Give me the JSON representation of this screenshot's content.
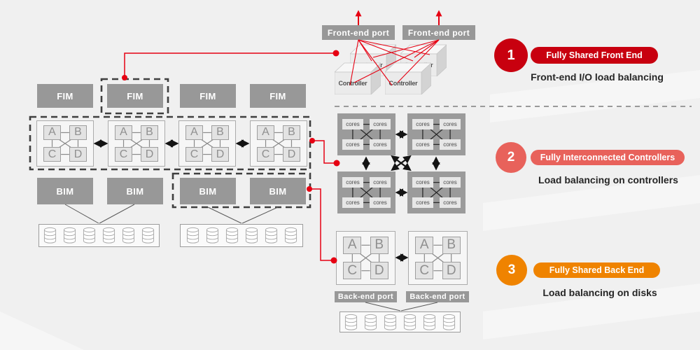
{
  "labels": {
    "fim": "FIM",
    "bim": "BIM",
    "front_end_port": "Front-end port",
    "back_end_port": "Back-end port",
    "controller": "Controller",
    "cores": "cores",
    "quad_letters": [
      "A",
      "B",
      "C",
      "D"
    ]
  },
  "badges": [
    {
      "number": "1",
      "title": "Fully Shared Front End",
      "description": "Front-end I/O load balancing",
      "color": "#c8000f"
    },
    {
      "number": "2",
      "title": "Fully Interconnected Controllers",
      "description": "Load balancing on controllers",
      "color": "#e8625b"
    },
    {
      "number": "3",
      "title": "Fully Shared Back End",
      "description": "Load balancing on disks",
      "color": "#ef8300"
    }
  ],
  "disks": {
    "per_box": 6
  },
  "colors": {
    "background": "#f0f0f0",
    "module_gray": "#989898",
    "accent_red": "#e60012",
    "dashed_border": "#3f3f3f",
    "arrow_black": "#141414"
  }
}
